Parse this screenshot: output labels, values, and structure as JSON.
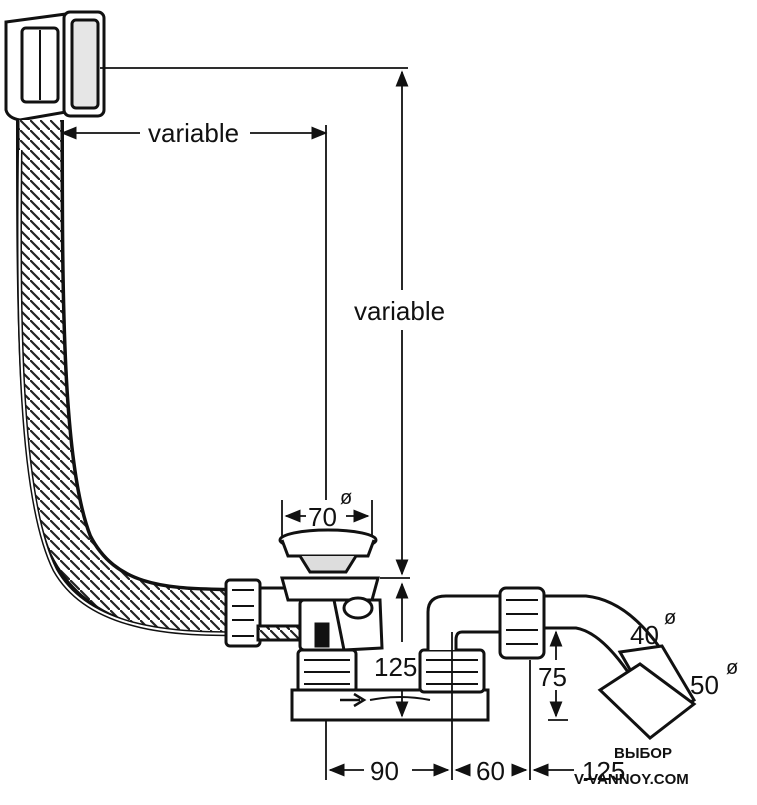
{
  "diagram": {
    "labels": {
      "overflow_offset": "variable",
      "drain_height": "variable",
      "plug_diameter": "70",
      "trap_height": "125",
      "outlet_rise": "75",
      "dim_a": "90",
      "dim_b": "60",
      "dim_c": "125",
      "outlet_inner": "40",
      "outlet_outer": "50",
      "diameter_symbol": "ø"
    },
    "watermark": {
      "line1": "ВЫБОР",
      "line2": "V-VANNOY.COM"
    },
    "colors": {
      "ink": "#111111",
      "fill": "#ffffff",
      "shade": "#cfcfcf"
    }
  }
}
